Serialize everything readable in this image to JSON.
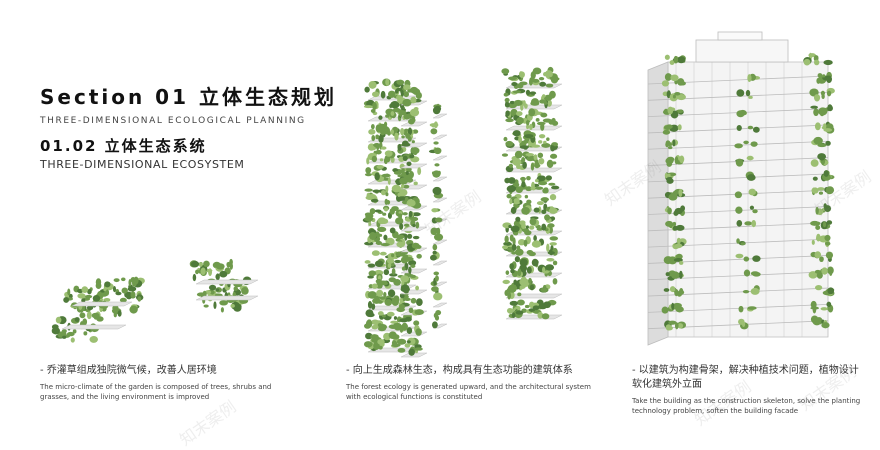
{
  "header": {
    "section_title": "Section 01 立体生态规划",
    "section_subtitle": "THREE-DIMENSIONAL ECOLOGICAL PLANNING",
    "sub_title": "01.02 立体生态系统",
    "sub_subtitle": "THREE-DIMENSIONAL ECOSYSTEM"
  },
  "captions": [
    {
      "cn": "- 乔灌草组成独院微气候，改善人居环境",
      "en": "The micro-climate of the garden is composed of trees, shrubs and grasses, and the living environment is improved"
    },
    {
      "cn": "- 向上生成森林生态，构成具有生态功能的建筑体系",
      "en": "The forest ecology is generated upward, and the architectural system with ecological functions is constituted"
    },
    {
      "cn": "- 以建筑为构建骨架，解决种植技术问题，植物设计软化建筑外立面",
      "en": "Take the building as the construction skeleton, solve the planting technology problem, soften the building facade"
    }
  ],
  "watermark": "知末案例",
  "colors": {
    "leaf_dark": "#4f7a3a",
    "leaf_mid": "#6f9a4c",
    "leaf_light": "#9cbf72",
    "slab": "#e6e6e6",
    "frame": "#bdbdbd"
  }
}
